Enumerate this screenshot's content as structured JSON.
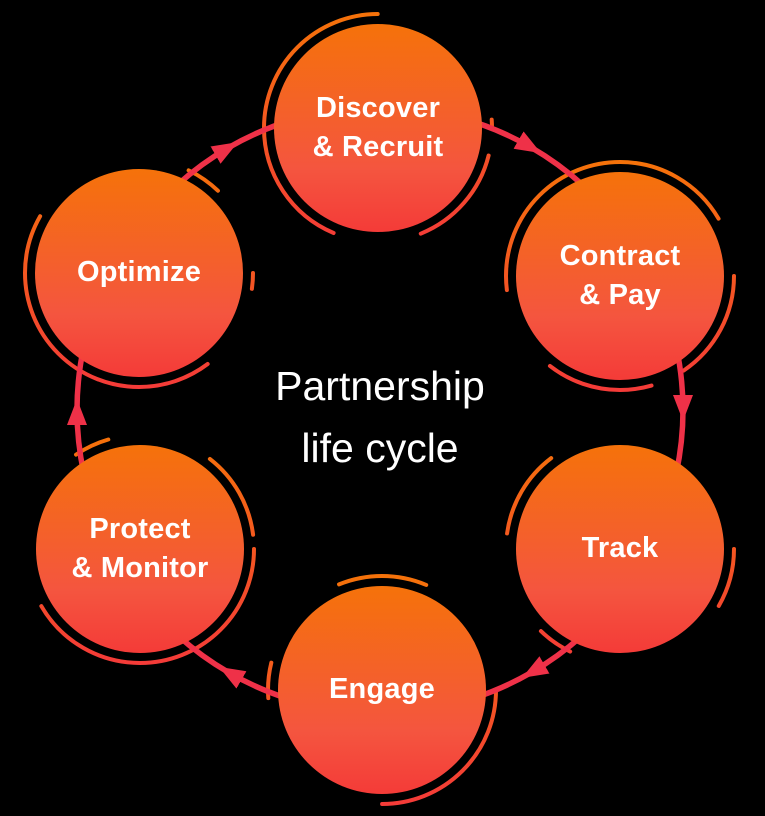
{
  "diagram": {
    "title": {
      "line1": "Partnership",
      "line2": "life cycle"
    },
    "nodes": [
      {
        "id": "discover",
        "line1": "Discover",
        "line2": "& Recruit"
      },
      {
        "id": "contract",
        "line1": "Contract",
        "line2": "& Pay"
      },
      {
        "id": "track",
        "line1": "Track",
        "line2": ""
      },
      {
        "id": "engage",
        "line1": "Engage",
        "line2": ""
      },
      {
        "id": "protect",
        "line1": "Protect",
        "line2": "& Monitor"
      },
      {
        "id": "optimize",
        "line1": "Optimize",
        "line2": ""
      }
    ],
    "flow_order": [
      "Discover & Recruit",
      "Contract & Pay",
      "Track",
      "Engage",
      "Protect & Monitor",
      "Optimize"
    ],
    "colors": {
      "background": "#000000",
      "circle_gradient_top": "#F5720A",
      "circle_gradient_bottom": "#F43B38",
      "ring_gradient_top": "#F5720A",
      "ring_gradient_bottom": "#F43B38",
      "arrow": "#EF3148",
      "text": "#FFFFFF"
    }
  }
}
